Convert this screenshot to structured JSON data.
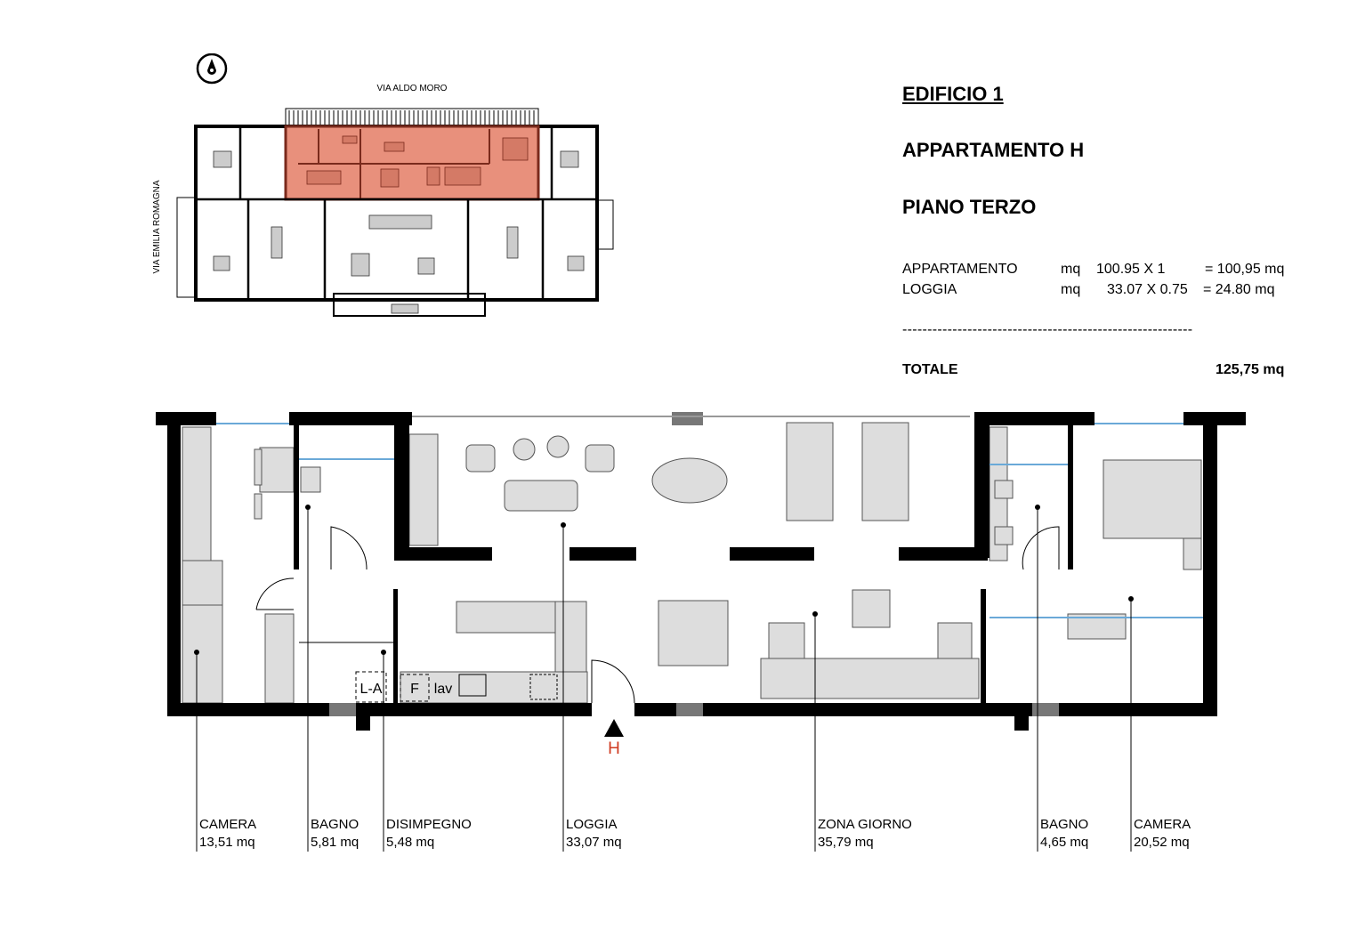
{
  "title": {
    "building": "EDIFICIO 1",
    "apartment": "APPARTAMENTO H",
    "floor": "PIANO TERZO"
  },
  "areas": {
    "rows": [
      {
        "label": "APPARTAMENTO",
        "unit": "mq",
        "calc": "100.95 X 1",
        "result": "= 100,95 mq"
      },
      {
        "label": "LOGGIA",
        "unit": "mq",
        "calc": "33.07 X 0.75",
        "result": "=  24.80 mq"
      }
    ],
    "separator": "----------------------------------------------------------",
    "total_label": "TOTALE",
    "total_value": "125,75 mq"
  },
  "keyplan": {
    "street_top": "VIA ALDO MORO",
    "street_left": "VIA EMILIA ROMAGNA",
    "compass_icon": "north-compass-icon",
    "highlight_color": "#e8907c"
  },
  "plan": {
    "entrance_label": "H",
    "entrance_color": "#d03a20",
    "fixtures": {
      "laundry": "L-A",
      "fridge": "F",
      "sink": "lav"
    },
    "rooms": [
      {
        "name": "CAMERA",
        "area": "13,51 mq"
      },
      {
        "name": "BAGNO",
        "area": "5,81 mq"
      },
      {
        "name": "DISIMPEGNO",
        "area": "5,48 mq"
      },
      {
        "name": "LOGGIA",
        "area": "33,07 mq"
      },
      {
        "name": "ZONA GIORNO",
        "area": "35,79 mq"
      },
      {
        "name": "BAGNO",
        "area": "4,65 mq"
      },
      {
        "name": "CAMERA",
        "area": "20,52 mq"
      }
    ]
  }
}
